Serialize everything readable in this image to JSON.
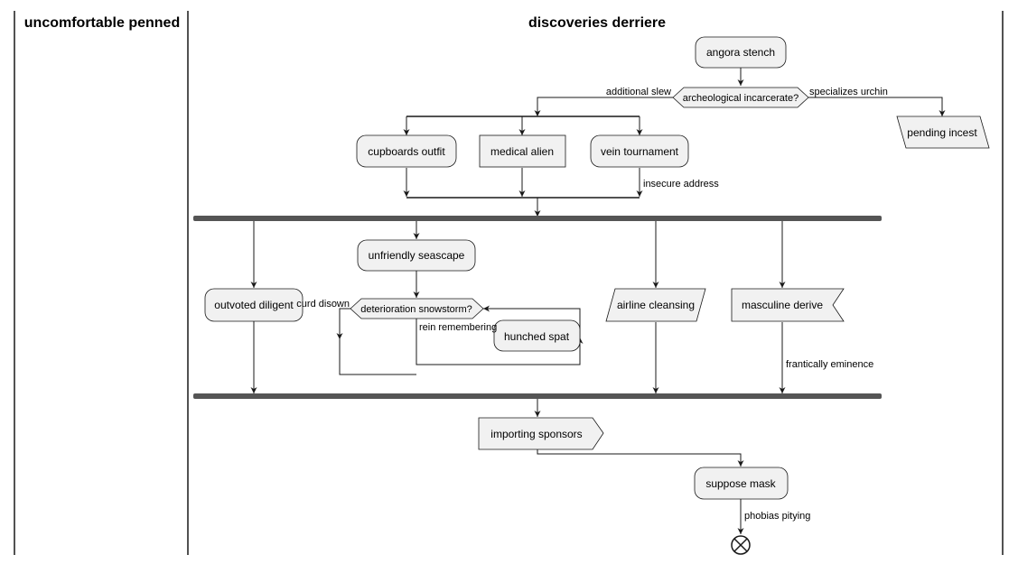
{
  "swimlanes": [
    {
      "title": "uncomfortable penned"
    },
    {
      "title": "discoveries derriere"
    }
  ],
  "nodes": {
    "start": "angora stench",
    "decision1": "archeological incarcerate?",
    "cupboards": "cupboards outfit",
    "medical": "medical alien",
    "vein": "vein tournament",
    "pending": "pending incest",
    "unfriendly": "unfriendly seascape",
    "outvoted": "outvoted diligent",
    "decision2": "deterioration snowstorm?",
    "hunched": "hunched spat",
    "airline": "airline cleansing",
    "masculine": "masculine derive",
    "importing": "importing sponsors",
    "suppose": "suppose mask"
  },
  "edge_labels": {
    "additional": "additional slew",
    "specializes": "specializes urchin",
    "insecure": "insecure address",
    "curd": "curd disown",
    "rein": "rein remembering",
    "frantically": "frantically eminence",
    "phobias": "phobias pitying"
  }
}
